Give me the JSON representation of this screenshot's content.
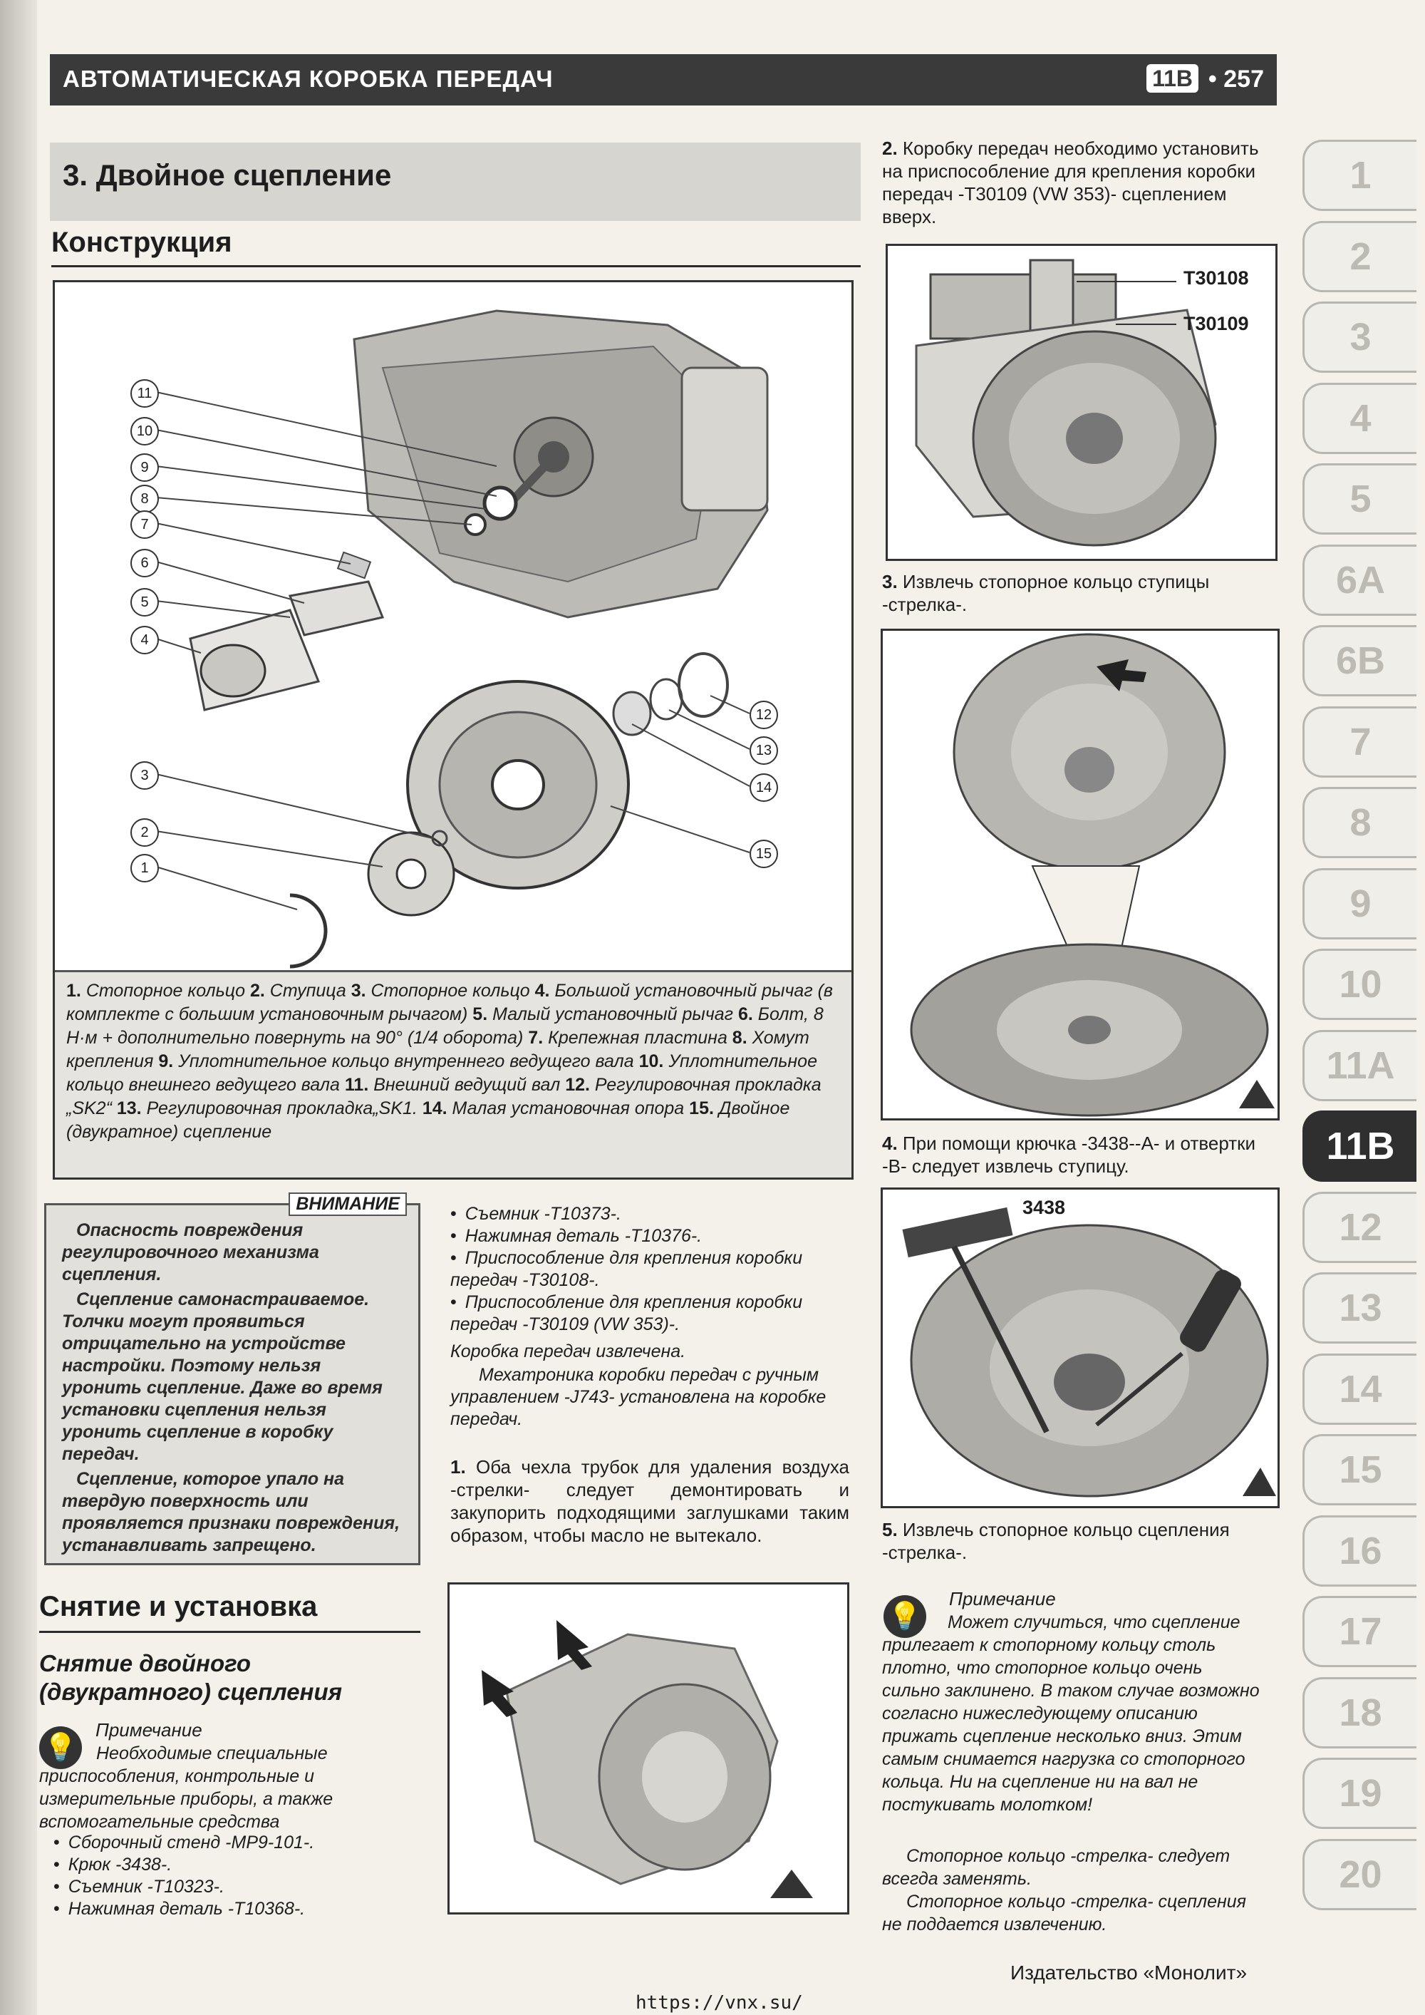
{
  "header": {
    "title": "АВТОМАТИЧЕСКАЯ КОРОБКА ПЕРЕДАЧ",
    "chapter": "11B",
    "page_number": "• 257"
  },
  "section": {
    "title": "3. Двойное сцепление",
    "subtitle": "Конструкция"
  },
  "diagram": {
    "callouts": [
      "11",
      "10",
      "9",
      "8",
      "7",
      "6",
      "5",
      "4",
      "3",
      "2",
      "1",
      "12",
      "13",
      "14",
      "15"
    ]
  },
  "figure_caption": {
    "items": [
      {
        "num": "1.",
        "text": "Стопорное кольцо"
      },
      {
        "num": "2.",
        "text": "Ступица"
      },
      {
        "num": "3.",
        "text": "Стопорное кольцо"
      },
      {
        "num": "4.",
        "text": "Большой установочный рычаг (в комплекте с большим установочным рычагом)"
      },
      {
        "num": "5.",
        "text": "Малый установочный рычаг"
      },
      {
        "num": "6.",
        "text": "Болт, 8 Н·м + дополнительно повернуть на 90° (1/4 оборота)"
      },
      {
        "num": "7.",
        "text": "Крепежная пластина"
      },
      {
        "num": "8.",
        "text": "Хомут крепления"
      },
      {
        "num": "9.",
        "text": "Уплотнительное кольцо внутреннего ведущего вала"
      },
      {
        "num": "10.",
        "text": "Уплотнительное кольцо внешнего ведущего вала"
      },
      {
        "num": "11.",
        "text": "Внешний ведущий вал"
      },
      {
        "num": "12.",
        "text": "Регулировочная прокладка „SK2“"
      },
      {
        "num": "13.",
        "text": "Регулировочная прокладка„SK1."
      },
      {
        "num": "14.",
        "text": "Малая установочная опора"
      },
      {
        "num": "15.",
        "text": "Двойное (двукратное) сцепление"
      }
    ]
  },
  "warning": {
    "label": "ВНИМАНИЕ",
    "p1": "Опасность повреждения регулировочного механизма сцепления.",
    "p2": "Сцепление самонастраиваемое. Толчки могут проявиться отрицательно на устройстве настройки. Поэтому нельзя уронить сцепление. Даже во время установки сцепления нельзя уронить сцепление в коробку передач.",
    "p3": "Сцепление, которое упало на твердую поверхность или проявляется признаки повреждения, устанавливать запрещено."
  },
  "removal": {
    "heading": "Снятие и установка",
    "subheading": "Снятие двойного (двукратного) сцепления",
    "note_label": "Примечание",
    "note_text": "Необходимые специальные приспособления, контрольные и измерительные приборы, а также вспомогательные средства",
    "tools_left": [
      "Сборочный стенд -МР9-101-.",
      "Крюк -3438-.",
      "Съемник -T10323-.",
      "Нажимная деталь -T10368-."
    ],
    "tools_mid": [
      "Съемник -T10373-.",
      "Нажимная деталь -T10376-.",
      "Приспособление для крепления коробки передач -T30108-.",
      "Приспособление для крепления коробки передач -T30109 (VW 353)-."
    ],
    "removed_text": "Коробка передач извлечена.",
    "mechatronic_text": "Мехатроника коробки передач с ручным управлением -J743- установлена на коробке передач.",
    "step1": {
      "num": "1.",
      "text": "Оба чехла трубок для удаления воздуха -стрелки- следует демонтировать и закупорить подходящими заглушками таким образом, чтобы масло не вытекало."
    }
  },
  "steps_right": {
    "step2": {
      "num": "2.",
      "text": "Коробку передач необходимо установить на приспособление для крепления коробки передач -T30109 (VW 353)- сцеплением вверх."
    },
    "fig2_labels": [
      "T30108",
      "T30109"
    ],
    "step3": {
      "num": "3.",
      "text": "Извлечь стопорное кольцо ступицы -стрелка-."
    },
    "step4": {
      "num": "4.",
      "text": "При помощи крючка -3438--А- и отвертки -В- следует извлечь ступицу."
    },
    "fig4_label": "3438",
    "step5": {
      "num": "5.",
      "text": "Извлечь стопорное кольцо сцепления -стрелка-."
    },
    "note_label": "Примечание",
    "note_text": "Может случиться, что сцепление прилегает к стопорному кольцу столь плотно, что стопорное кольцо очень сильно заклинено. В таком случае возможно согласно нижеследующему описанию прижать сцепление несколько вниз. Этим самым снимается нагрузка со стопорного кольца. Ни на сцепление ни на вал не постукивать молотком!",
    "note_p2": "Стопорное кольцо -стрелка- следует всегда заменять.",
    "note_p3": "Стопорное кольцо -стрелка- сцепления не поддается извлечению."
  },
  "tabs": [
    "1",
    "2",
    "3",
    "4",
    "5",
    "6A",
    "6B",
    "7",
    "8",
    "9",
    "10",
    "11A",
    "11B",
    "12",
    "13",
    "14",
    "15",
    "16",
    "17",
    "18",
    "19",
    "20"
  ],
  "active_tab": "11B",
  "footer": {
    "publisher": "Издательство «Монолит»",
    "url": "https://vnx.su/"
  },
  "colors": {
    "header_bg": "#3a3a3a",
    "section_bg": "#d7d5d0",
    "active_tab_bg": "#2f2f2f",
    "page_bg": "#f4f1ea"
  }
}
